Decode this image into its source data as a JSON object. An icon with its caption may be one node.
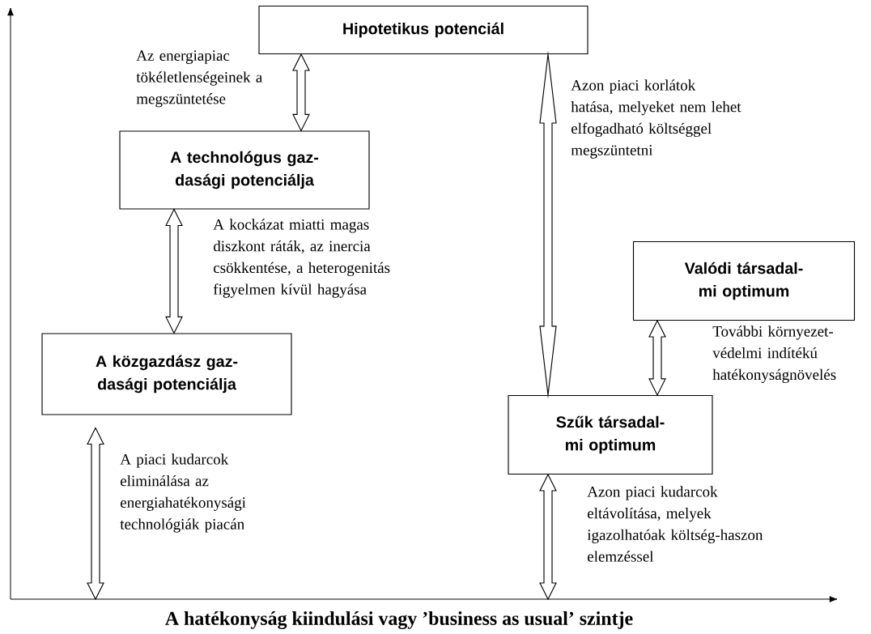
{
  "diagram": {
    "nodes": [
      {
        "text": [
          "Hipotetikus potenciál"
        ]
      },
      {
        "text": [
          "A technológus gaz-dasági potenciálja"
        ]
      },
      {
        "text": [
          "A közgazdász gaz-dasági potenciálja"
        ]
      },
      {
        "text": [
          "Valódi társadal-mi optimum"
        ]
      },
      {
        "text": [
          "Szűk társadal-mi optimum"
        ]
      }
    ],
    "edges": [
      {
        "from": 0,
        "to": 1,
        "arrow": "both",
        "label": "Az energiapiac tökéletlenségeinek a megszüntetése"
      },
      {
        "from": 1,
        "to": 2,
        "arrow": "both",
        "label": "A kockázat miatti magas diszkont ráták, az inercia csökkentése, a heterogenitás figyelmen kívül hagyása"
      },
      {
        "from": 0,
        "to": 4,
        "arrow": "both",
        "label": "Azon piaci korlátok hatása, melyeket nem lehet elfogadható költséggel megszüntetni"
      },
      {
        "from": 3,
        "to": 4,
        "arrow": "both",
        "label": "További környezet-védelmi indítékú hatékonyságnövelés"
      },
      {
        "from": 2,
        "to": null,
        "arrow": "both",
        "label": "A piaci kudarcok eliminálása az energiahatékonysági technológiák piacán"
      },
      {
        "from": 4,
        "to": null,
        "arrow": "both",
        "label": "Azon piaci kudarcok eltávolítása, melyek igazolhatóak költség-haszon elemzéssel"
      }
    ],
    "labels": [
      "A hatékonyság kiindulási vagy ’business as usual’ szintje"
    ]
  }
}
